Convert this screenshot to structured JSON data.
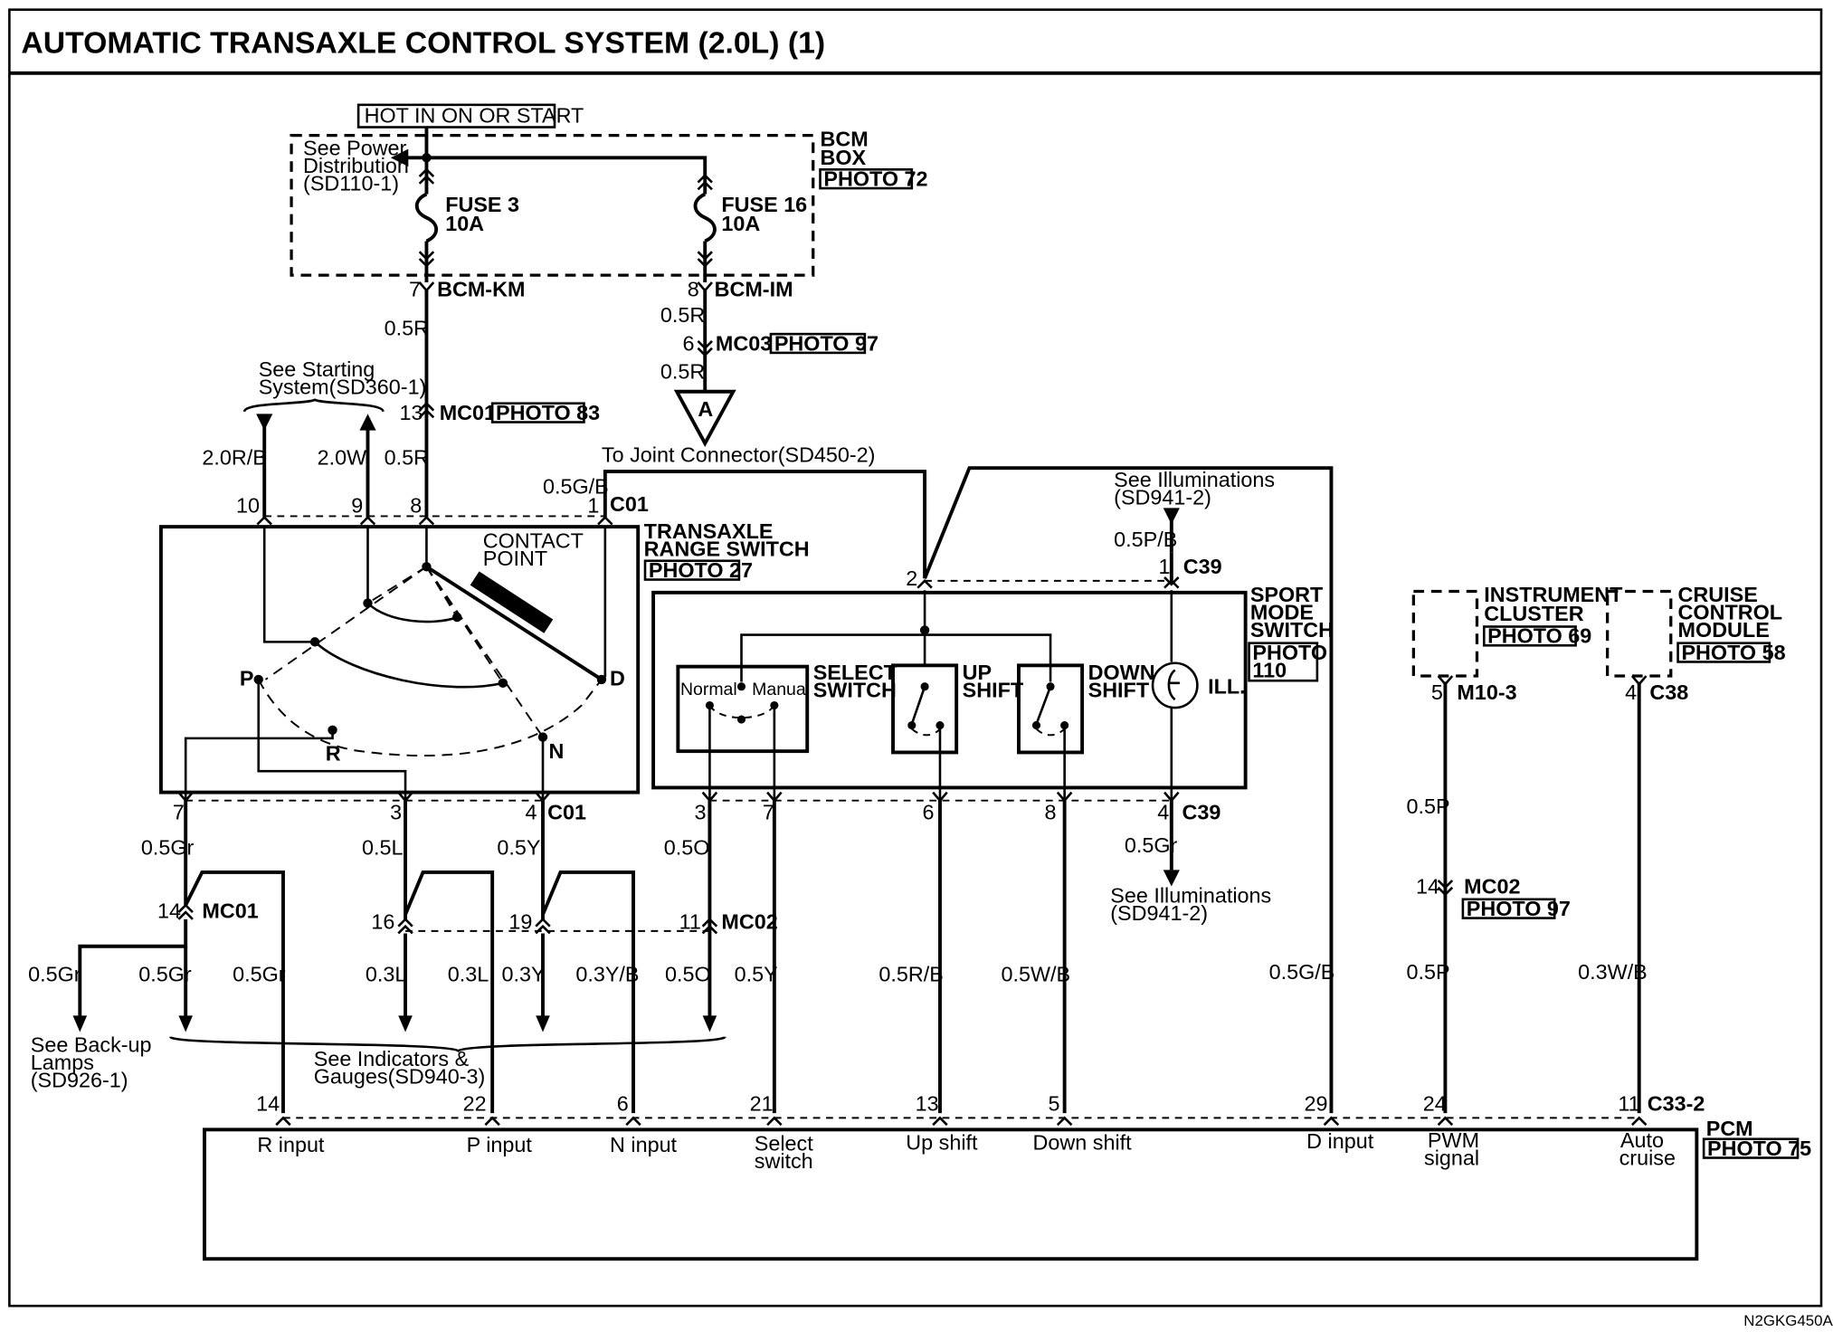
{
  "title": "AUTOMATIC TRANSAXLE CONTROL SYSTEM (2.0L) (1)",
  "figure_id": "N2GKG450A",
  "power": {
    "hot_label": "HOT IN ON OR START",
    "see_power": [
      "See Power",
      "Distribution",
      "(SD110-1)"
    ],
    "bcm": [
      "BCM",
      "BOX"
    ],
    "bcm_photo": "PHOTO 72",
    "fuse3": [
      "FUSE 3",
      "10A"
    ],
    "fuse16": [
      "FUSE 16",
      "10A"
    ],
    "pin7": "7",
    "pin8": "8",
    "bcm_km": "BCM-KM",
    "bcm_im": "BCM-IM"
  },
  "wires": {
    "w05R_a": "0.5R",
    "w05R_b": "0.5R",
    "w05R_c": "0.5R",
    "w05R_d": "0.5R",
    "w20RB": "2.0R/B",
    "w20W": "2.0W",
    "w05GB_top": "0.5G/B",
    "w05Gr_1": "0.5Gr",
    "w05L": "0.5L",
    "w05Y": "0.5Y",
    "w05O_top": "0.5O",
    "w05Gr_left": "0.5Gr",
    "w05Gr_mid": "0.5Gr",
    "w05Gr_right": "0.5Gr",
    "w03L_a": "0.3L",
    "w03L_b": "0.3L",
    "w03Y": "0.3Y",
    "w03YB": "0.3Y/B",
    "w05O_bot": "0.5O",
    "w05Y_bot": "0.5Y",
    "w05RB": "0.5R/B",
    "w05WB": "0.5W/B",
    "w05GB_bot": "0.5G/B",
    "w05P_top": "0.5P",
    "w05P_bot": "0.5P",
    "w03WB": "0.3W/B",
    "w05PB": "0.5P/B",
    "w05Gr_ill": "0.5Gr"
  },
  "connectors": {
    "mc03_pin": "6",
    "mc03": "MC03",
    "mc03_photo": "PHOTO 97",
    "jc_letter": "A",
    "mc01_pin": "13",
    "mc01": "MC01",
    "mc01_photo": "PHOTO 83",
    "c01_top": "C01",
    "c01_p10": "10",
    "c01_p9": "9",
    "c01_p8": "8",
    "c01_p1": "1",
    "c01_bot": "C01",
    "c01_p7": "7",
    "c01_p3": "3",
    "c01_p4": "4",
    "mc01b_pin": "14",
    "mc01b": "MC01",
    "mc02_p16": "16",
    "mc02_p19": "19",
    "mc02_p11": "11",
    "mc02": "MC02",
    "c39_top": "C39",
    "c39_p2": "2",
    "c39_p1": "1",
    "c39_bot": "C39",
    "c39_p3": "3",
    "c39_p7": "7",
    "c39_p6": "6",
    "c39_p8": "8",
    "c39_p4": "4",
    "m103_pin": "5",
    "m103": "M10-3",
    "c38_pin": "4",
    "c38": "C38",
    "mc02b_pin": "14",
    "mc02b": "MC02",
    "mc02b_photo": "PHOTO 97",
    "pcm_p14": "14",
    "pcm_p22": "22",
    "pcm_p6": "6",
    "pcm_p21": "21",
    "pcm_p13": "13",
    "pcm_p5": "5",
    "pcm_p29": "29",
    "pcm_p24": "24",
    "pcm_p11": "11",
    "c332": "C33-2"
  },
  "notes": {
    "starting": [
      "See Starting",
      "System(SD360-1)"
    ],
    "joint": "To Joint Connector(SD450-2)",
    "illum_top": [
      "See Illuminations",
      "(SD941-2)"
    ],
    "illum_bot": [
      "See Illuminations",
      "(SD941-2)"
    ],
    "backup": [
      "See Back-up",
      "Lamps",
      "(SD926-1)"
    ],
    "indicators": [
      "See Indicators &",
      "Gauges(SD940-3)"
    ]
  },
  "range_switch": {
    "title": [
      "TRANSAXLE",
      "RANGE SWITCH"
    ],
    "photo": "PHOTO 27",
    "contact": [
      "CONTACT",
      "POINT"
    ],
    "pos_P": "P",
    "pos_R": "R",
    "pos_N": "N",
    "pos_D": "D"
  },
  "sport_switch": {
    "title": [
      "SPORT",
      "MODE",
      "SWITCH"
    ],
    "photo": [
      "PHOTO",
      "110"
    ],
    "normal": "Normal",
    "manual": "Manual",
    "select": [
      "SELECT",
      "SWITCH"
    ],
    "up": [
      "UP",
      "SHIFT"
    ],
    "down": [
      "DOWN",
      "SHIFT"
    ],
    "ill": "ILL."
  },
  "modules": {
    "cluster": [
      "INSTRUMENT",
      "CLUSTER"
    ],
    "cluster_photo": "PHOTO 69",
    "cruise": [
      "CRUISE",
      "CONTROL",
      "MODULE"
    ],
    "cruise_photo": "PHOTO 58"
  },
  "pcm": {
    "label": "PCM",
    "photo": "PHOTO 75",
    "r_input": "R input",
    "p_input": "P input",
    "n_input": "N input",
    "select": [
      "Select",
      "switch"
    ],
    "up": "Up shift",
    "down": "Down shift",
    "d_input": "D input",
    "pwm": [
      "PWM",
      "signal"
    ],
    "auto": [
      "Auto",
      "cruise"
    ]
  }
}
